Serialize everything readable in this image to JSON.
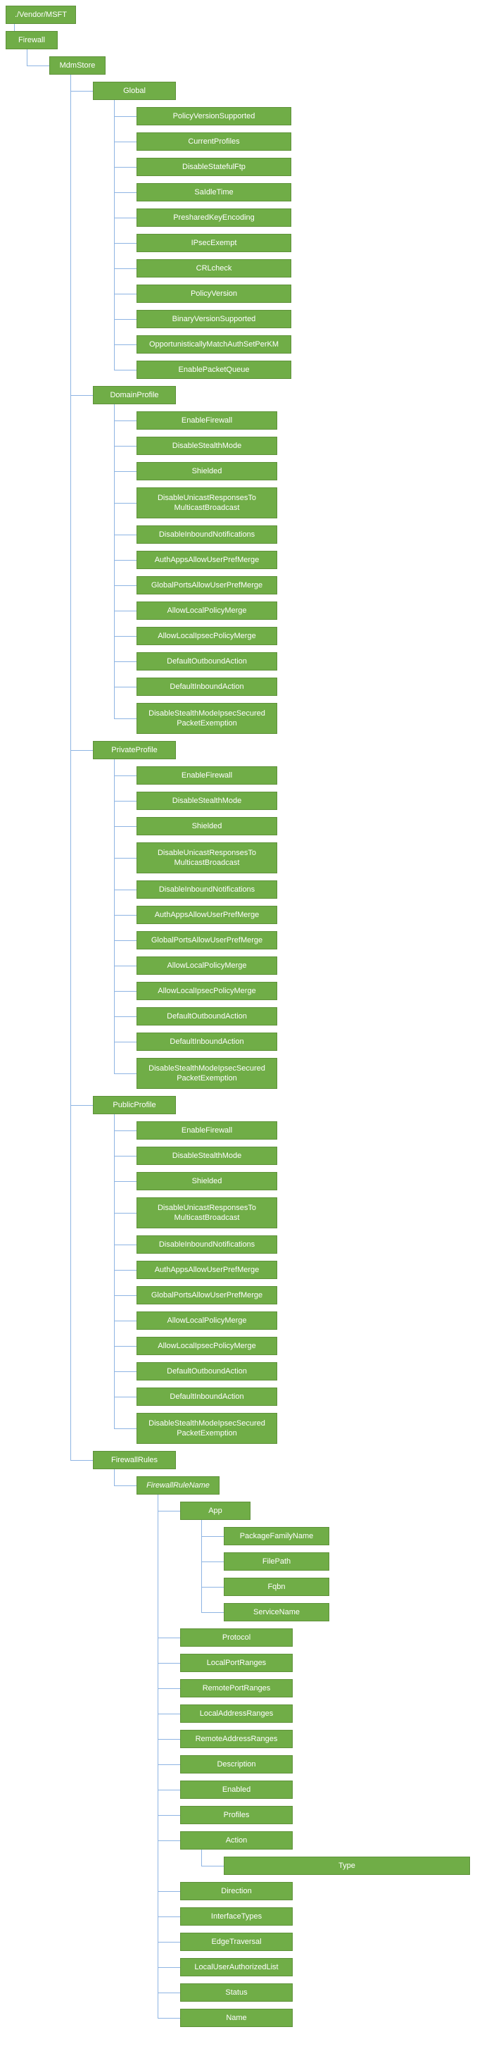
{
  "diagram": {
    "colors": {
      "node_fill": "#70AD47",
      "node_border": "#5E9139",
      "node_text": "#FFFFFF",
      "connector": "#8EB4E3"
    },
    "tree": {
      "label": "./Vendor/MSFT",
      "children": [
        {
          "label": "Firewall",
          "children": [
            {
              "label": "MdmStore",
              "children": [
                {
                  "label": "Global",
                  "children": [
                    {
                      "label": "PolicyVersionSupported"
                    },
                    {
                      "label": "CurrentProfiles"
                    },
                    {
                      "label": "DisableStatefulFtp"
                    },
                    {
                      "label": "SaIdleTime"
                    },
                    {
                      "label": "PresharedKeyEncoding"
                    },
                    {
                      "label": "IPsecExempt"
                    },
                    {
                      "label": "CRLcheck"
                    },
                    {
                      "label": "PolicyVersion"
                    },
                    {
                      "label": "BinaryVersionSupported"
                    },
                    {
                      "label": "OpportunisticallyMatchAuthSetPerKM"
                    },
                    {
                      "label": "EnablePacketQueue"
                    }
                  ]
                },
                {
                  "label": "DomainProfile",
                  "children": [
                    {
                      "label": "EnableFirewall"
                    },
                    {
                      "label": "DisableStealthMode"
                    },
                    {
                      "label": "Shielded"
                    },
                    {
                      "label": "DisableUnicastResponsesTo\nMulticastBroadcast"
                    },
                    {
                      "label": "DisableInboundNotifications"
                    },
                    {
                      "label": "AuthAppsAllowUserPrefMerge"
                    },
                    {
                      "label": "GlobalPortsAllowUserPrefMerge"
                    },
                    {
                      "label": "AllowLocalPolicyMerge"
                    },
                    {
                      "label": "AllowLocalIpsecPolicyMerge"
                    },
                    {
                      "label": "DefaultOutboundAction"
                    },
                    {
                      "label": "DefaultInboundAction"
                    },
                    {
                      "label": "DisableStealthModeIpsecSecured\nPacketExemption"
                    }
                  ]
                },
                {
                  "label": "PrivateProfile",
                  "children": [
                    {
                      "label": "EnableFirewall"
                    },
                    {
                      "label": "DisableStealthMode"
                    },
                    {
                      "label": "Shielded"
                    },
                    {
                      "label": "DisableUnicastResponsesTo\nMulticastBroadcast"
                    },
                    {
                      "label": "DisableInboundNotifications"
                    },
                    {
                      "label": "AuthAppsAllowUserPrefMerge"
                    },
                    {
                      "label": "GlobalPortsAllowUserPrefMerge"
                    },
                    {
                      "label": "AllowLocalPolicyMerge"
                    },
                    {
                      "label": "AllowLocalIpsecPolicyMerge"
                    },
                    {
                      "label": "DefaultOutboundAction"
                    },
                    {
                      "label": "DefaultInboundAction"
                    },
                    {
                      "label": "DisableStealthModeIpsecSecured\nPacketExemption"
                    }
                  ]
                },
                {
                  "label": "PublicProfile",
                  "children": [
                    {
                      "label": "EnableFirewall"
                    },
                    {
                      "label": "DisableStealthMode"
                    },
                    {
                      "label": "Shielded"
                    },
                    {
                      "label": "DisableUnicastResponsesTo\nMulticastBroadcast"
                    },
                    {
                      "label": "DisableInboundNotifications"
                    },
                    {
                      "label": "AuthAppsAllowUserPrefMerge"
                    },
                    {
                      "label": "GlobalPortsAllowUserPrefMerge"
                    },
                    {
                      "label": "AllowLocalPolicyMerge"
                    },
                    {
                      "label": "AllowLocalIpsecPolicyMerge"
                    },
                    {
                      "label": "DefaultOutboundAction"
                    },
                    {
                      "label": "DefaultInboundAction"
                    },
                    {
                      "label": "DisableStealthModeIpsecSecured\nPacketExemption"
                    }
                  ]
                },
                {
                  "label": "FirewallRules",
                  "children": [
                    {
                      "label": "FirewallRuleName",
                      "italic": true,
                      "children": [
                        {
                          "label": "App",
                          "children": [
                            {
                              "label": "PackageFamilyName"
                            },
                            {
                              "label": "FilePath"
                            },
                            {
                              "label": "Fqbn"
                            },
                            {
                              "label": "ServiceName"
                            }
                          ]
                        },
                        {
                          "label": "Protocol"
                        },
                        {
                          "label": "LocalPortRanges"
                        },
                        {
                          "label": "RemotePortRanges"
                        },
                        {
                          "label": "LocalAddressRanges"
                        },
                        {
                          "label": "RemoteAddressRanges"
                        },
                        {
                          "label": "Description"
                        },
                        {
                          "label": "Enabled"
                        },
                        {
                          "label": "Profiles"
                        },
                        {
                          "label": "Action",
                          "children": [
                            {
                              "label": "Type"
                            }
                          ]
                        },
                        {
                          "label": "Direction"
                        },
                        {
                          "label": "InterfaceTypes"
                        },
                        {
                          "label": "EdgeTraversal"
                        },
                        {
                          "label": "LocalUserAuthorizedList"
                        },
                        {
                          "label": "Status"
                        },
                        {
                          "label": "Name"
                        }
                      ]
                    }
                  ]
                }
              ]
            }
          ]
        }
      ]
    }
  }
}
